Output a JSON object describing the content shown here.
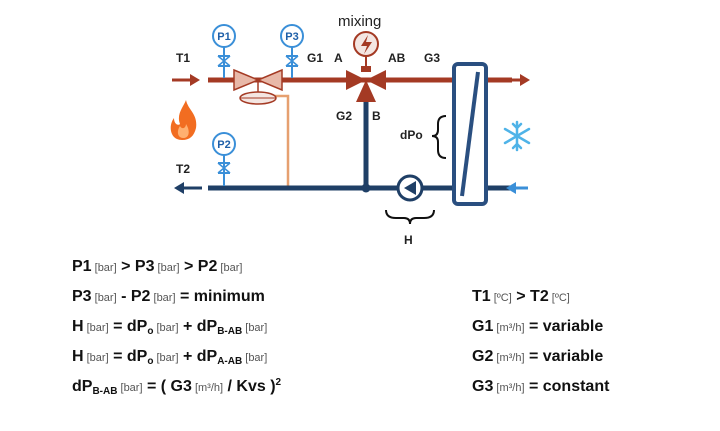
{
  "diagram": {
    "labels": {
      "t1": "T1",
      "t2": "T2",
      "p1": "P1",
      "p2": "P2",
      "p3": "P3",
      "g1": "G1",
      "g2": "G2",
      "g3": "G3",
      "a": "A",
      "ab": "AB",
      "b": "B",
      "mixing": "mixing",
      "dpo": "dPo",
      "h": "H"
    },
    "colors": {
      "hot_pipe": "#a43a24",
      "cold_pipe": "#1f3f66",
      "bypass_pipe": "#e6a070",
      "gauge": "#3a8fd8",
      "exchanger": "#2a4f80",
      "flame": "#f26d21",
      "snowflake": "#4fb3e8"
    },
    "icons": [
      "flame-icon",
      "snowflake-icon",
      "pump-icon",
      "mixing-valve-icon",
      "control-valve-icon"
    ]
  },
  "equations_left": [
    [
      {
        "t": "P1"
      },
      {
        "t": " [bar]",
        "u": 1
      },
      {
        "t": " > P3"
      },
      {
        "t": " [bar]",
        "u": 1
      },
      {
        "t": " > P2"
      },
      {
        "t": " [bar]",
        "u": 1
      }
    ],
    [
      {
        "t": "P3"
      },
      {
        "t": " [bar]",
        "u": 1
      },
      {
        "t": " - P2"
      },
      {
        "t": " [bar]",
        "u": 1
      },
      {
        "t": " = minimum"
      }
    ],
    [
      {
        "t": "H"
      },
      {
        "t": " [bar]",
        "u": 1
      },
      {
        "t": " = dP"
      },
      {
        "t": "o",
        "sb": 1
      },
      {
        "t": " [bar]",
        "u": 1
      },
      {
        "t": "  + dP"
      },
      {
        "t": "B-AB",
        "sb": 1
      },
      {
        "t": " [bar]",
        "u": 1
      }
    ],
    [
      {
        "t": "H"
      },
      {
        "t": " [bar]",
        "u": 1
      },
      {
        "t": " = dP"
      },
      {
        "t": "o",
        "sb": 1
      },
      {
        "t": " [bar]",
        "u": 1
      },
      {
        "t": "  + dP"
      },
      {
        "t": "A-AB",
        "sb": 1
      },
      {
        "t": " [bar]",
        "u": 1
      }
    ],
    [
      {
        "t": "dP"
      },
      {
        "t": "B-AB",
        "sb": 1
      },
      {
        "t": " [bar]",
        "u": 1
      },
      {
        "t": " = ( G3"
      },
      {
        "t": " [m³/h]",
        "u": 1
      },
      {
        "t": " / Kvs )"
      },
      {
        "t": "2",
        "sp": 1
      }
    ]
  ],
  "equations_right": [
    [
      {
        "t": "T1"
      },
      {
        "t": " [ºC]",
        "u": 1
      },
      {
        "t": " > T2"
      },
      {
        "t": " [ºC]",
        "u": 1
      }
    ],
    [
      {
        "t": "G1"
      },
      {
        "t": " [m³/h]",
        "u": 1
      },
      {
        "t": " = variable"
      }
    ],
    [
      {
        "t": "G2"
      },
      {
        "t": " [m³/h]",
        "u": 1
      },
      {
        "t": " = variable"
      }
    ],
    [
      {
        "t": "G3"
      },
      {
        "t": " [m³/h]",
        "u": 1
      },
      {
        "t": " = constant"
      }
    ]
  ]
}
